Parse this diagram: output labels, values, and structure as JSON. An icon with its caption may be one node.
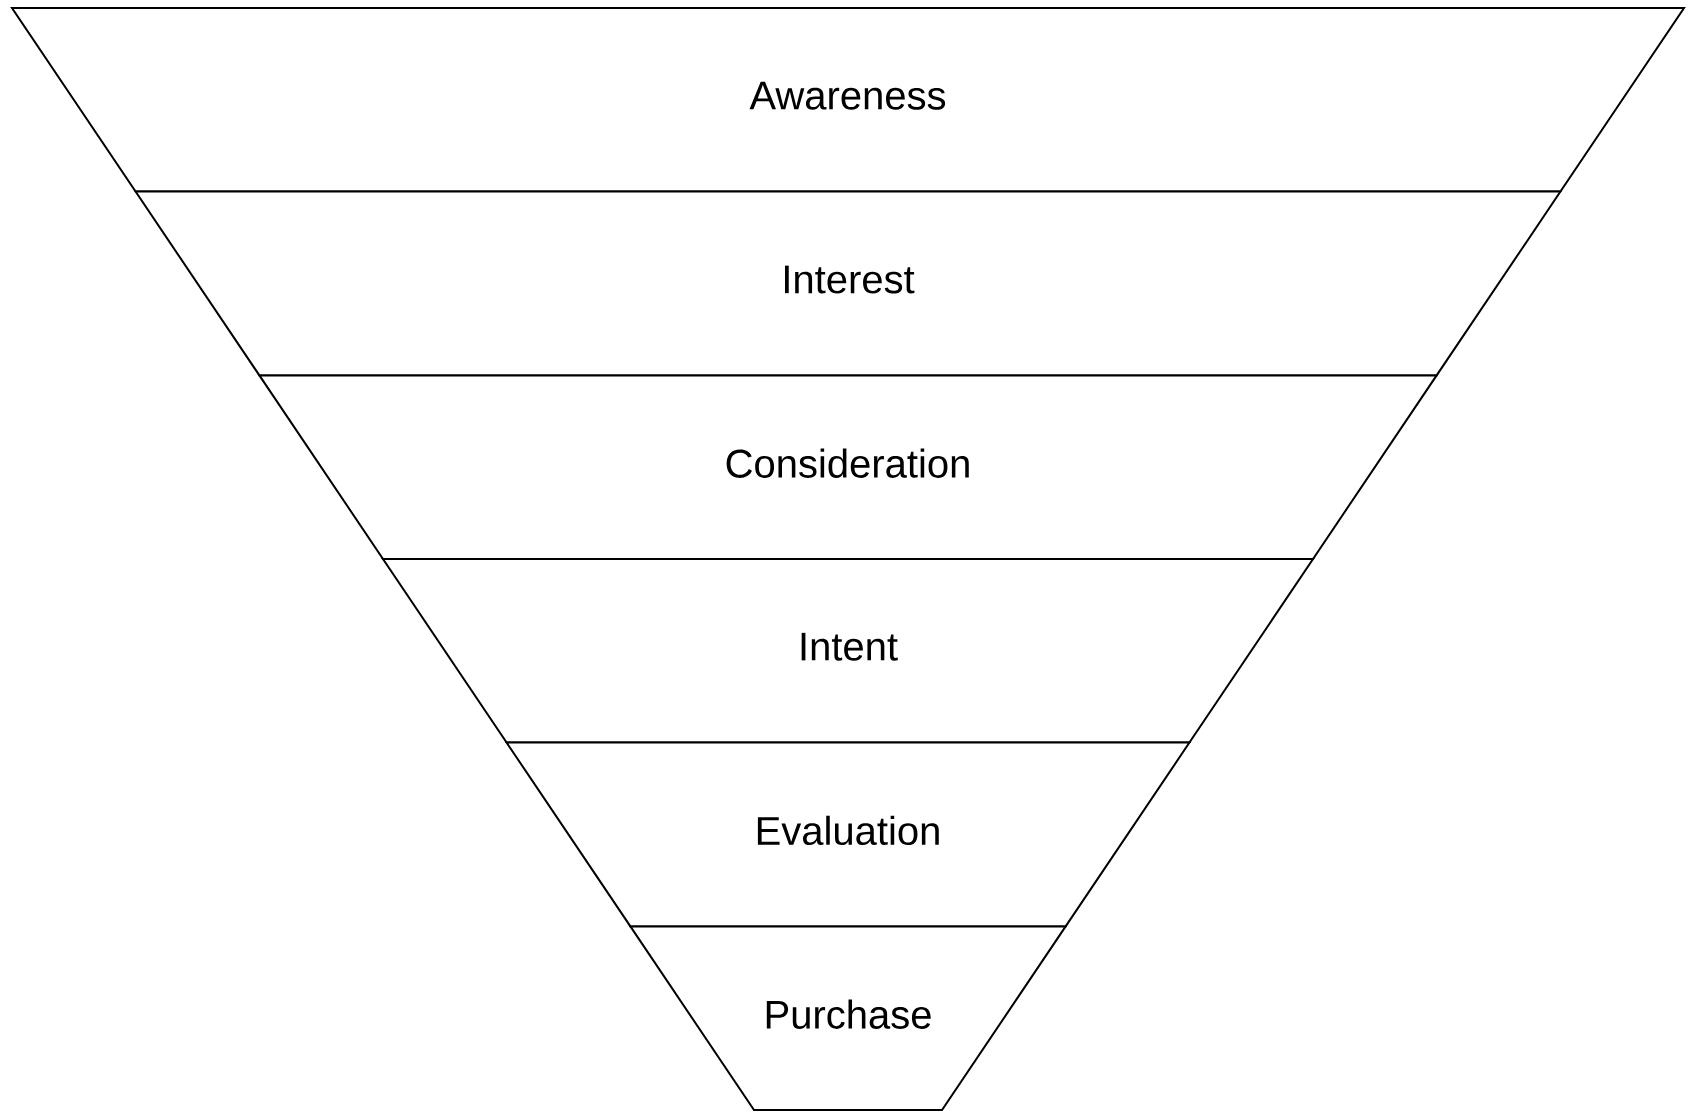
{
  "diagram": {
    "nodes": [
      {
        "text": [
          "Awareness"
        ]
      },
      {
        "text": [
          "Interest"
        ]
      },
      {
        "text": [
          "Consideration"
        ]
      },
      {
        "text": [
          "Intent"
        ]
      },
      {
        "text": [
          "Evaluation"
        ]
      },
      {
        "text": [
          "Purchase"
        ]
      }
    ]
  }
}
